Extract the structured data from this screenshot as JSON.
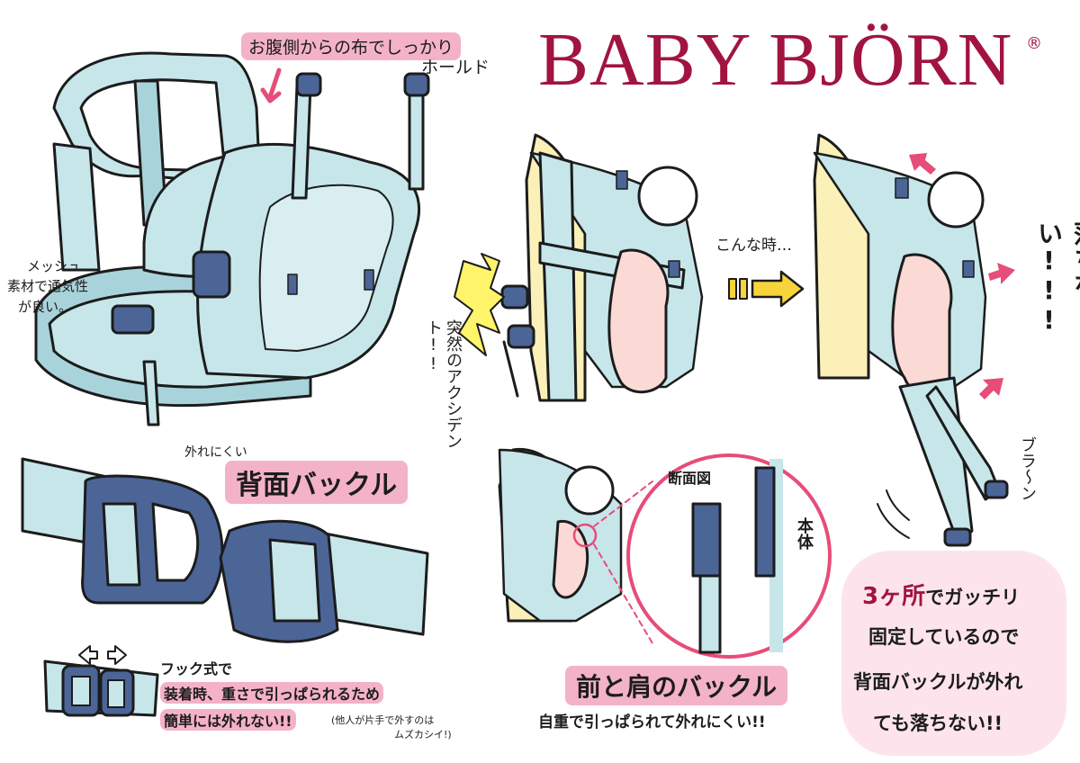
{
  "logo": {
    "text": "BABY BJÖRN",
    "registered": "®"
  },
  "callouts": {
    "waist_fabric_line1": "お腹側からの布でしっかり",
    "waist_fabric_line2": "ホールド",
    "mesh_line1": "メッシュ",
    "mesh_line2": "素材で通気性",
    "mesh_line3": "が良い。",
    "sudden_accident": "突然のアクシデント!!",
    "konna_toki": "こんな時…",
    "ochinai": "落ちない!!!",
    "bura": "ブラ〜ン",
    "danmenzu": "断面図",
    "hontai": "本体"
  },
  "back_buckle": {
    "subtitle": "外れにくい",
    "title": "背面バックル",
    "desc_line1": "フック式で",
    "desc_line2": "装着時、重さで引っぱられるため",
    "desc_line3": "簡単には外れない!!",
    "desc_note_line1": "(他人が片手で外すのは",
    "desc_note_line2": "ムズカシイ!)"
  },
  "front_shoulder_buckle": {
    "title": "前と肩のバックル",
    "desc": "自重で引っぱられて外れにくい!!"
  },
  "summary": {
    "line1_accent": "3ヶ所",
    "line1_rest": "でガッチリ",
    "line2": "固定しているので",
    "line3": "背面バックルが外れ",
    "line4": "ても落ちない!!"
  },
  "colors": {
    "carrier_light": "#c6e6ea",
    "carrier_strap": "#a9d3da",
    "buckle_navy": "#4c6597",
    "accent_pink": "#f4b2c8",
    "arrow_pink": "#e64d79",
    "logo_crimson": "#a1143f",
    "shirt_yellow": "#fbf0b8",
    "baby_pink": "#fbd9d5",
    "flash_yellow": "#fff46a",
    "arrow_yellow": "#f7d43a"
  },
  "icons": [
    "double-arrow-icon",
    "yellow-right-arrow-icon",
    "pink-arrow-icon",
    "flash-burst-icon"
  ]
}
